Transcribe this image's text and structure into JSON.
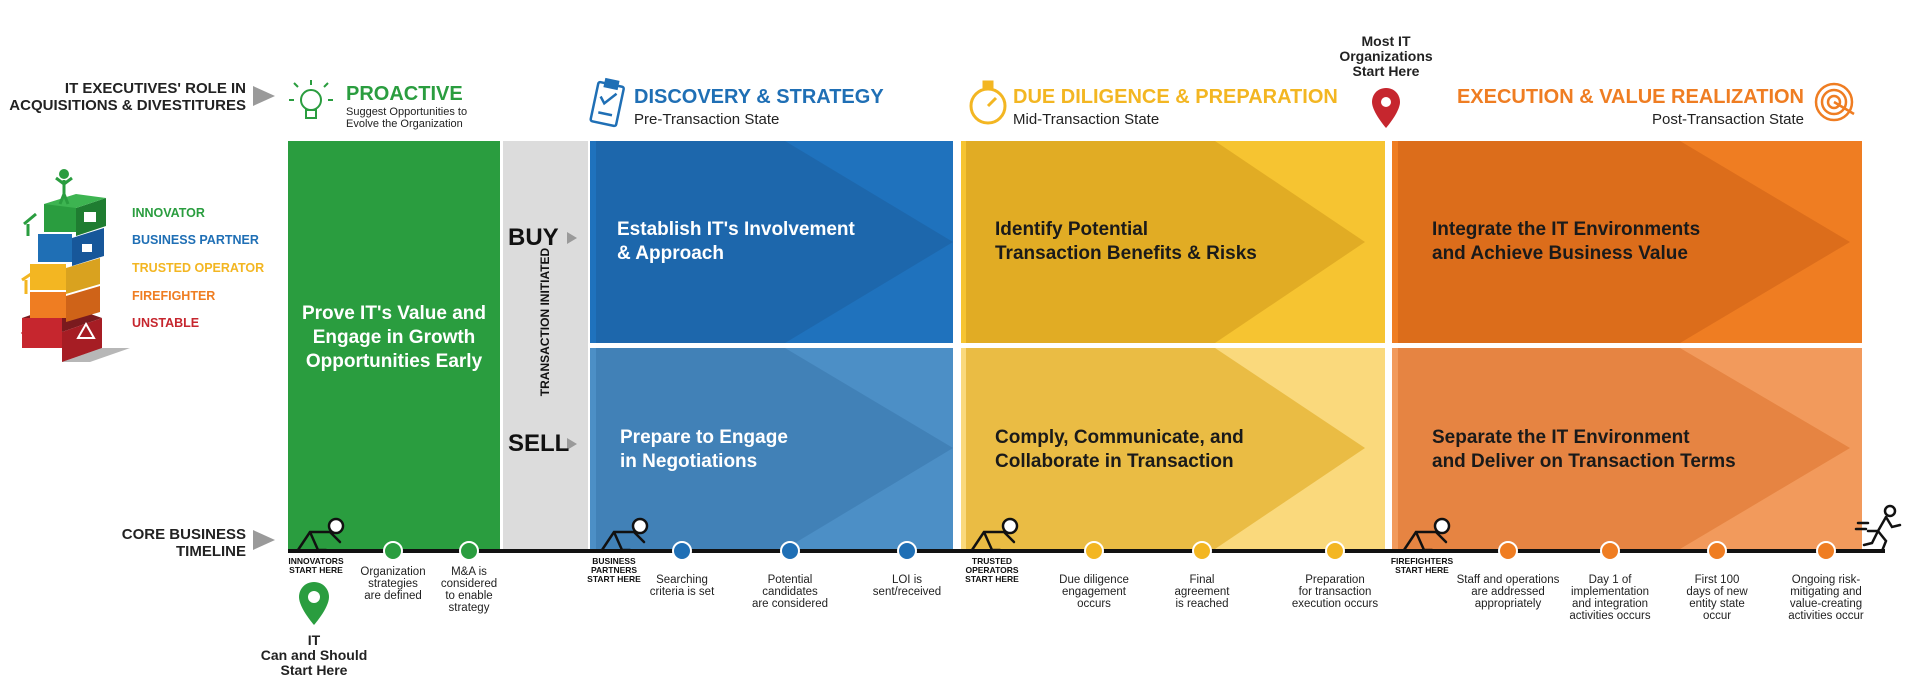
{
  "labels": {
    "role": "IT EXECUTIVES' ROLE IN ACQUISITIONS & DIVESTITURES",
    "core": "CORE BUSINESS TIMELINE"
  },
  "tiers": [
    {
      "label": "INNOVATOR",
      "color": "#2a9d3f"
    },
    {
      "label": "BUSINESS PARTNER",
      "color": "#1f6fb5"
    },
    {
      "label": "TRUSTED OPERATOR",
      "color": "#f3b622"
    },
    {
      "label": "FIREFIGHTER",
      "color": "#ef7d22"
    },
    {
      "label": "UNSTABLE",
      "color": "#c6262e"
    }
  ],
  "phases": {
    "proactive": {
      "title": "PROACTIVE",
      "sub1": "Suggest Opportunities to",
      "sub2": "Evolve the Organization",
      "color": "#2a9d3f",
      "icon": "lightbulb-icon"
    },
    "discovery": {
      "title": "DISCOVERY & STRATEGY",
      "sub": "Pre-Transaction State",
      "color": "#1f6fb5",
      "icon": "clipboard-icon"
    },
    "diligence": {
      "title": "DUE DILIGENCE & PREPARATION",
      "sub": "Mid-Transaction State",
      "color": "#f3b622",
      "icon": "stopwatch-icon"
    },
    "execution": {
      "title": "EXECUTION & VALUE REALIZATION",
      "sub": "Post-Transaction State",
      "color": "#ef7d22",
      "icon": "target-icon"
    }
  },
  "most_it": {
    "line1": "Most IT",
    "line2": "Organizations",
    "line3": "Start Here"
  },
  "green_box": {
    "line1": "Prove IT's Value and",
    "line2": "Engage in Growth",
    "line3": "Opportunities Early"
  },
  "transaction": {
    "buy": "BUY",
    "sell": "SELL",
    "initiated": "TRANSACTION INITIATED"
  },
  "boxes": {
    "buy_discovery": {
      "line1": "Establish IT's Involvement",
      "line2": "& Approach"
    },
    "buy_diligence": {
      "line1": "Identify Potential",
      "line2": "Transaction Benefits & Risks"
    },
    "buy_execution": {
      "line1": "Integrate the IT Environments",
      "line2": "and Achieve Business Value"
    },
    "sell_discovery": {
      "line1": "Prepare to Engage",
      "line2": "in Negotiations"
    },
    "sell_diligence": {
      "line1": "Comply, Communicate, and",
      "line2": "Collaborate in Transaction"
    },
    "sell_execution": {
      "line1": "Separate the IT Environment",
      "line2": "and Deliver on Transaction Terms"
    }
  },
  "starts": {
    "innovators": {
      "line1": "INNOVATORS",
      "line2": "START HERE"
    },
    "business": {
      "line1": "BUSINESS",
      "line2": "PARTNERS",
      "line3": "START HERE"
    },
    "trusted": {
      "line1": "TRUSTED",
      "line2": "OPERATORS",
      "line3": "START HERE"
    },
    "firefighters": {
      "line1": "FIREFIGHTERS",
      "line2": "START HERE"
    }
  },
  "milestones": {
    "m1": {
      "l1": "Organization",
      "l2": "strategies",
      "l3": "are defined"
    },
    "m2": {
      "l1": "M&A is",
      "l2": "considered",
      "l3": "to enable",
      "l4": "strategy"
    },
    "m3": {
      "l1": "Searching",
      "l2": "criteria is set"
    },
    "m4": {
      "l1": "Potential",
      "l2": "candidates",
      "l3": "are considered"
    },
    "m5": {
      "l1": "LOI is",
      "l2": "sent/received"
    },
    "m6": {
      "l1": "Due diligence",
      "l2": "engagement",
      "l3": "occurs"
    },
    "m7": {
      "l1": "Final",
      "l2": "agreement",
      "l3": "is reached"
    },
    "m8": {
      "l1": "Preparation",
      "l2": "for transaction",
      "l3": "execution occurs"
    },
    "m9": {
      "l1": "Staff and operations",
      "l2": "are addressed",
      "l3": "appropriately"
    },
    "m10": {
      "l1": "Day 1 of",
      "l2": "implementation",
      "l3": "and integration",
      "l4": "activities occurs"
    },
    "m11": {
      "l1": "First 100",
      "l2": "days of new",
      "l3": "entity state",
      "l4": "occur"
    },
    "m12": {
      "l1": "Ongoing risk-",
      "l2": "mitigating and",
      "l3": "value-creating",
      "l4": "activities occur"
    }
  },
  "it_start": {
    "line1": "IT",
    "line2": "Can and Should",
    "line3": "Start Here"
  }
}
